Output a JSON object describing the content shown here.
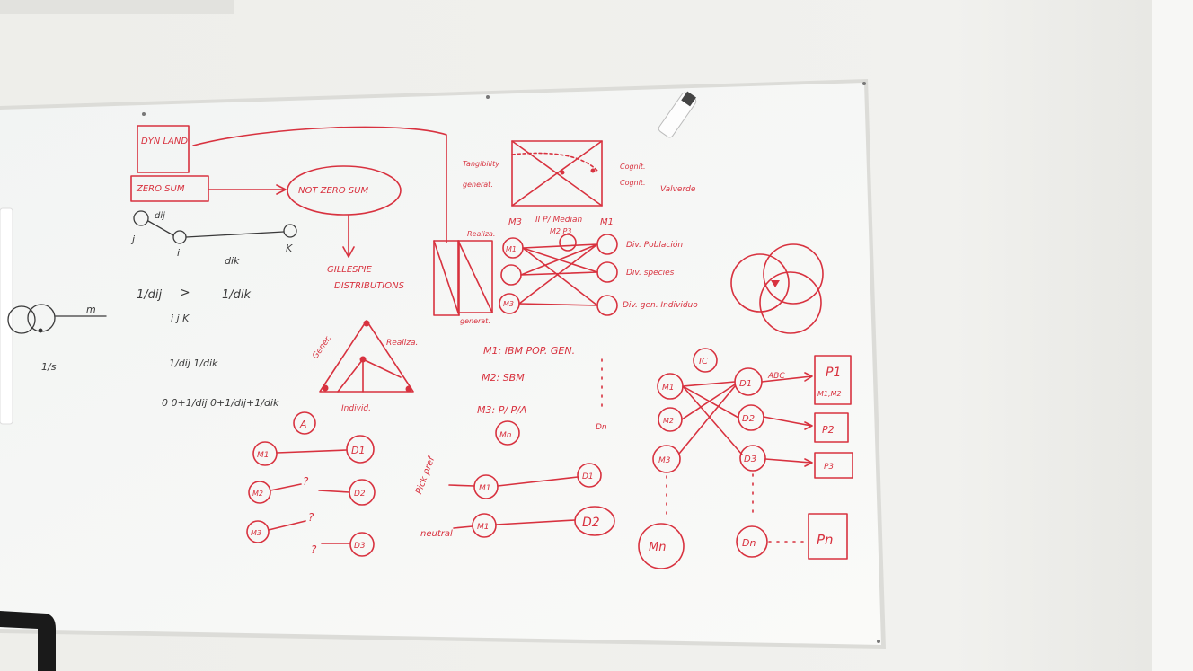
{
  "colors": {
    "wall": "#ecece8",
    "board": "#f6f7f5",
    "marker_red": "#d8323f",
    "marker_black": "#3a3a3a",
    "frame": "#d8d8d4"
  },
  "board": {
    "left": {
      "dyn_land": "DYN LAND",
      "zero_sum": "ZERO SUM",
      "not_zero_sum": "NOT ZERO SUM",
      "gillespie": "GILLESPIE",
      "distributions": "DISTRIBUTIONS",
      "dij": "dij",
      "j": "j",
      "i": "i",
      "k": "K",
      "dik": "dik",
      "ineq_left": "1/dij",
      "ineq_gt": ">",
      "ineq_right": "1/dik",
      "m": "m",
      "one_over_s": "1/s",
      "ijk": "i   j   K",
      "frac_row": "1/dij   1/dik",
      "sum_row": "0   0+1/dij   0+1/dij+1/dik",
      "triangle_left": "Gener.",
      "triangle_right": "Realiza.",
      "triangle_bottom": "Individ.",
      "circle_a": "A",
      "m1": "M1",
      "m2": "M2",
      "m3": "M3",
      "d1": "D1",
      "d2": "D2",
      "d3": "D3",
      "question": "?"
    },
    "middle": {
      "tangibility": "Tangibility",
      "generat": "generat.",
      "m3_axis": "M3",
      "m1_axis": "M1",
      "ii_p_median": "II P/ Median",
      "m2_p3": "M2 P3",
      "cognit1": "Cognit.",
      "cognit2": "Cognit.",
      "valverde": "Valverde",
      "realiza": "Realiza.",
      "generat2": "generat.",
      "div_poblacion": "Div. Población",
      "div_species": "Div. species",
      "div_gen": "Div. gen. Individuo",
      "m1_ibm": "M1: IBM POP. GEN.",
      "m2_sbm": "M2: SBM",
      "m3_pa": "M3: P/ P/A",
      "mn": "Mn",
      "dn": "Dn",
      "pick_pref": "Pick pref",
      "neutral": "neutral"
    },
    "right": {
      "ic": "IC",
      "abc": "ABC",
      "p1": "P1",
      "p1_sub": "M1,M2",
      "p2": "P2",
      "p3": "P3",
      "pn": "Pn",
      "m1": "M1",
      "m2": "M2",
      "m3": "M3",
      "mn": "Mn",
      "d1": "D1",
      "d2": "D2",
      "d3": "D3",
      "dn": "Dn"
    }
  }
}
